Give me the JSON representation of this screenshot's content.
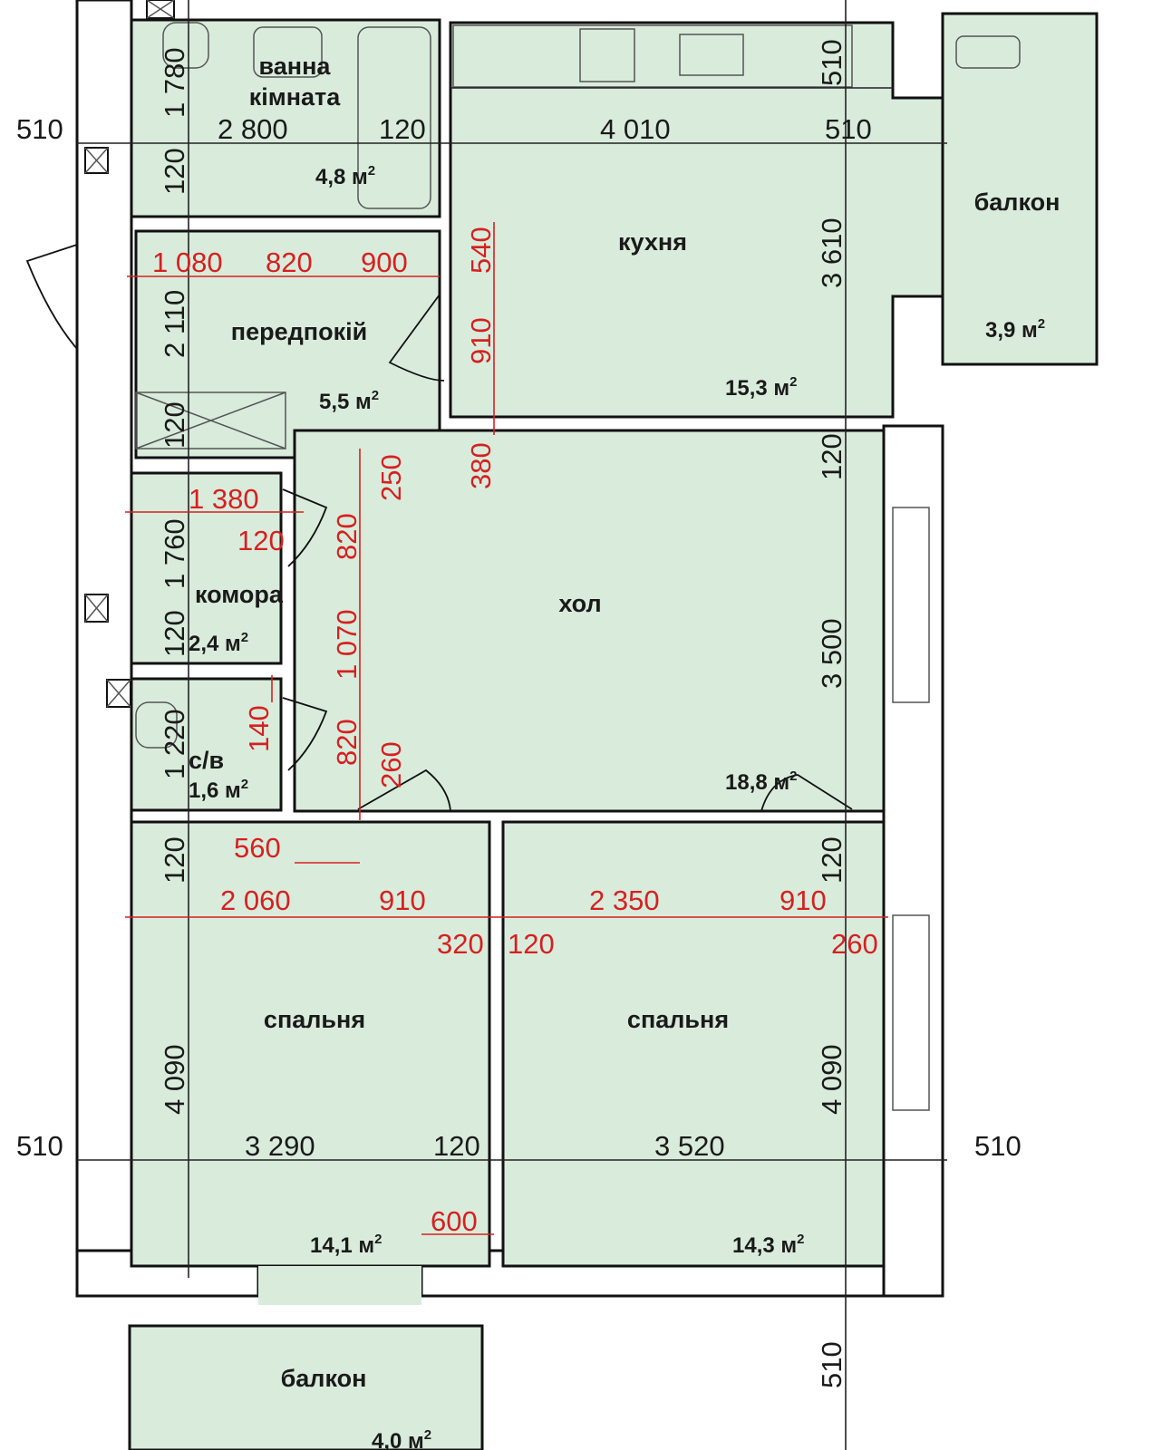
{
  "rooms": {
    "bathroom": {
      "name_line1": "ванна",
      "name_line2": "кімната",
      "area": "4,8 м",
      "area_unit_sup": "2"
    },
    "kitchen": {
      "name": "кухня",
      "area": "15,3 м",
      "area_unit_sup": "2"
    },
    "balcony_top": {
      "name": "балкон",
      "area": "3,9 м",
      "area_unit_sup": "2"
    },
    "hallway": {
      "name": "передпокій",
      "area": "5,5 м",
      "area_unit_sup": "2"
    },
    "living_hall": {
      "name": "хол",
      "area": "18,8 м",
      "area_unit_sup": "2"
    },
    "storage": {
      "name": "комора",
      "area": "2,4 м",
      "area_unit_sup": "2"
    },
    "wc": {
      "name": "с/в",
      "area": "1,6 м",
      "area_unit_sup": "2"
    },
    "bedroom_left": {
      "name": "спальня",
      "area": "14,1 м",
      "area_unit_sup": "2"
    },
    "bedroom_right": {
      "name": "спальня",
      "area": "14,3 м",
      "area_unit_sup": "2"
    },
    "balcony_bottom": {
      "name": "балкон",
      "area": "4,0 м",
      "area_unit_sup": "2"
    }
  },
  "dimensions_black": {
    "left_top": "510",
    "left_bottom": "510",
    "right_bottom": "510",
    "bath_width": "2 800",
    "bath_partition": "120",
    "kitchen_width": "4 010",
    "kitchen_wall": "510",
    "top_right_vertical": "510",
    "bath_height": "1 780",
    "bath_wall": "120",
    "hall_height": "2 110",
    "hall_wall": "120",
    "storage_height": "1 760",
    "storage_wall": "120",
    "wc_height": "1 220",
    "bedroom_wall": "120",
    "bedroom_left_height": "4 090",
    "bedroom_left_width": "3 290",
    "bedroom_partition": "120",
    "bedroom_right_width": "3 520",
    "kitchen_height": "3 610",
    "kitchen_bottom_wall": "120",
    "hol_height": "3 500",
    "hol_bottom_wall": "120",
    "bedroom_right_height": "4 090",
    "bottom_vertical": "510"
  },
  "dimensions_red": {
    "hall_seg1": "1 080",
    "hall_seg2": "820",
    "hall_seg3": "900",
    "kitchen_door_top": "540",
    "kitchen_door": "910",
    "kitchen_door_bottom": "380",
    "storage_width": "1 380",
    "storage_wall": "120",
    "corridor_250": "250",
    "corridor_820a": "820",
    "corridor_1070": "1 070",
    "corridor_820b": "820",
    "corridor_140": "140",
    "corridor_260": "260",
    "bed_left_560": "560",
    "bed_left_2060": "2 060",
    "bed_left_door": "910",
    "bed_left_320": "320",
    "bed_right_120": "120",
    "bed_right_2350": "2 350",
    "bed_right_door": "910",
    "bed_right_260": "260",
    "balcony_door": "600"
  }
}
